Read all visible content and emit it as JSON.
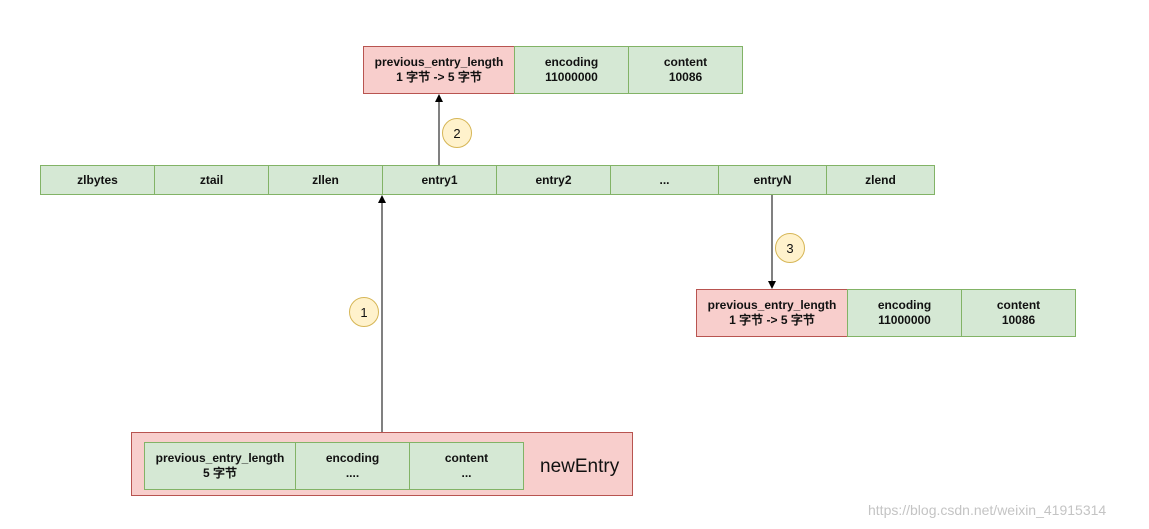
{
  "top_entry": {
    "prev_len": {
      "title": "previous_entry_length",
      "sub": "1 字节 -> 5 字节"
    },
    "encoding": {
      "title": "encoding",
      "sub": "11000000"
    },
    "content": {
      "title": "content",
      "sub": "10086"
    }
  },
  "ziplist": [
    "zlbytes",
    "ztail",
    "zllen",
    "entry1",
    "entry2",
    "...",
    "entryN",
    "zlend"
  ],
  "right_entry": {
    "prev_len": {
      "title": "previous_entry_length",
      "sub": "1 字节 -> 5 字节"
    },
    "encoding": {
      "title": "encoding",
      "sub": "11000000"
    },
    "content": {
      "title": "content",
      "sub": "10086"
    }
  },
  "new_entry": {
    "label": "newEntry",
    "prev_len": {
      "title": "previous_entry_length",
      "sub": "5 字节"
    },
    "encoding": {
      "title": "encoding",
      "sub": "...."
    },
    "content": {
      "title": "content",
      "sub": "..."
    }
  },
  "steps": [
    "1",
    "2",
    "3"
  ],
  "watermark": "https://blog.csdn.net/weixin_41915314",
  "colors": {
    "green_fill": "#d5e8d4",
    "green_stroke": "#82b366",
    "red_fill": "#f8cecc",
    "red_stroke": "#b85450",
    "step_fill": "#fff2cc",
    "step_stroke": "#d6b656"
  }
}
